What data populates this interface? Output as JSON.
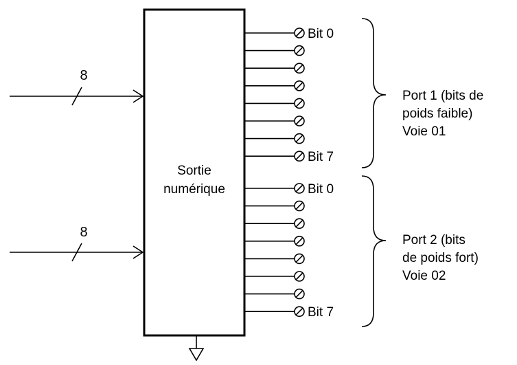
{
  "block": {
    "line1": "Sortie",
    "line2": "numérique"
  },
  "inputs": [
    {
      "width_label": "8"
    },
    {
      "width_label": "8"
    }
  ],
  "ports": [
    {
      "first_bit_label": "Bit 0",
      "last_bit_label": "Bit 7",
      "pin_count": 8,
      "caption": [
        "Port 1 (bits de",
        "poids faible)",
        "Voie 01"
      ]
    },
    {
      "first_bit_label": "Bit 0",
      "last_bit_label": "Bit 7",
      "pin_count": 8,
      "caption": [
        "Port 2 (bits",
        "de poids fort)",
        "Voie 02"
      ]
    }
  ]
}
